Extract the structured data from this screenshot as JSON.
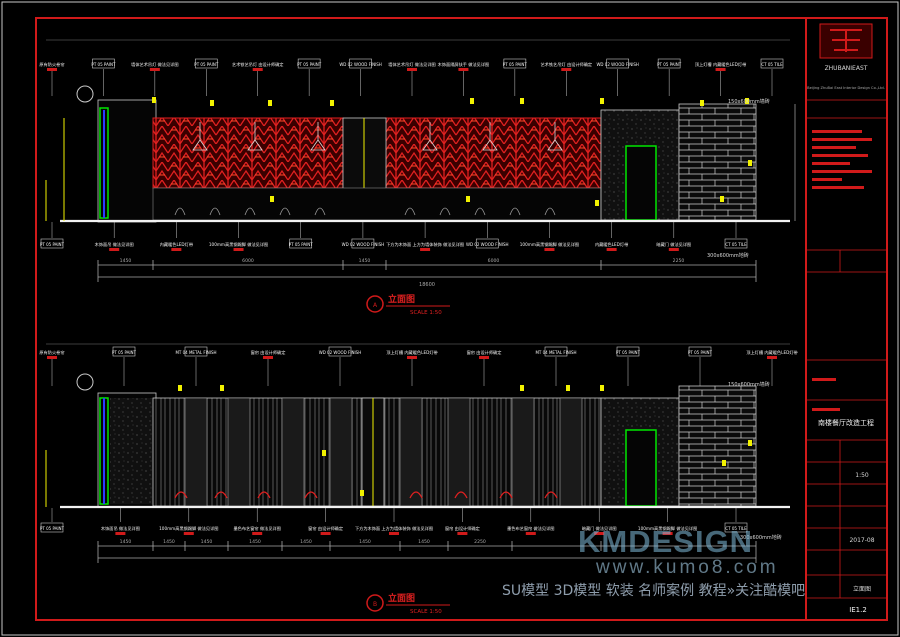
{
  "drawing": {
    "title_block": {
      "logo_text": "ZHUBANIEAST",
      "company_line": "Beijing ZhuBai East Interior Design Co.,Ltd.",
      "project_name": "南楼餐厅改造工程",
      "scale": "1:50",
      "date": "2017-08",
      "sheet_title": "立面图",
      "sheet_no": "IE1.2"
    },
    "elevations": [
      {
        "title": "立面图",
        "scale": "SCALE 1:50",
        "top_labels": [
          "原有防火卷帘",
          "PT 05 PAINT",
          "墙体艺术吊灯 做法见详图",
          "PT 05 PAINT",
          "艺术铁艺吊灯 由设计师确定",
          "PT 05 PAINT",
          "WD 02 WOOD FINISH",
          "墙体艺术吊灯 做法见详图",
          "木饰面隔屏扶手 做法见详图",
          "PT 05 PAINT",
          "艺术铁艺吊灯 由设计师确定",
          "WD 02 WOOD FINISH",
          "PT 05 PAINT",
          "顶上灯槽 内藏暖色LED灯带",
          "CT 05 TILE"
        ],
        "bottom_labels": [
          "PT 05 PAINT",
          "木饰面吊 做法见详图",
          "内藏暖色LED灯带",
          "100mm高黑钢踢脚 做法见详图",
          "PT 05 PAINT",
          "WD 02 WOOD FINISH",
          "下方为木饰面 上方为墙体装饰 做法见详图",
          "WD 02 WOOD FINISH",
          "100mm高黑钢踢脚 做法见详图",
          "内藏暖色LED灯带",
          "暗藏门 做法见详图",
          "CT 05 TILE"
        ],
        "dimensions": [
          "1450",
          "6000",
          "1450",
          "6000",
          "2250"
        ],
        "total_dimension": "18600",
        "tile_note": "150x600mm墙砖",
        "tile_note_bottom": "300x600mm地砖"
      },
      {
        "title": "立面图",
        "scale": "SCALE 1:50",
        "top_labels": [
          "原有防火卷帘",
          "PT 05 PAINT",
          "MT 04 METAL FINISH",
          "窗帘 由设计师确定",
          "WD 02 WOOD FINISH",
          "顶上灯槽 内藏暖色LED灯带",
          "窗帘 由设计师确定",
          "MT 04 METAL FINISH",
          "PT 05 PAINT",
          "PT 05 PAINT",
          "顶上灯槽 内藏暖色LED灯带"
        ],
        "bottom_labels": [
          "PT 05 PAINT",
          "木饰面吊 做法见详图",
          "100mm高黑钢踢脚 做法见详图",
          "墨色布艺窗帘 做法见详图",
          "窗帘 由设计师确定",
          "下方为木饰面 上方为墙体装饰 做法见详图",
          "窗帘 由设计师确定",
          "墨色布艺窗帘 做法见详图",
          "暗藏门 做法见详图",
          "100mm高黑钢踢脚 做法见详图",
          "CT 05 TILE"
        ],
        "dimensions": [
          "1450",
          "1450",
          "1450",
          "1450",
          "1450",
          "1450",
          "1450",
          "2250"
        ],
        "tile_note": "150x600mm墙砖",
        "tile_note_bottom": "300x600mm地砖"
      }
    ]
  },
  "watermark": {
    "brand": "KMDESIGN",
    "url": "www.kumo8.com",
    "tagline": "SU模型 3D模型 软装 名师案例 教程»关注酷模吧"
  },
  "colors": {
    "background": "#000000",
    "frame_red": "#d01a1a",
    "line_white": "#d8d8d8",
    "pattern_red": "#e02020",
    "accent_yellow": "#f2f200",
    "accent_green": "#00e600",
    "accent_blue": "#2a3cff",
    "dim_gray": "#a8a8a8"
  }
}
